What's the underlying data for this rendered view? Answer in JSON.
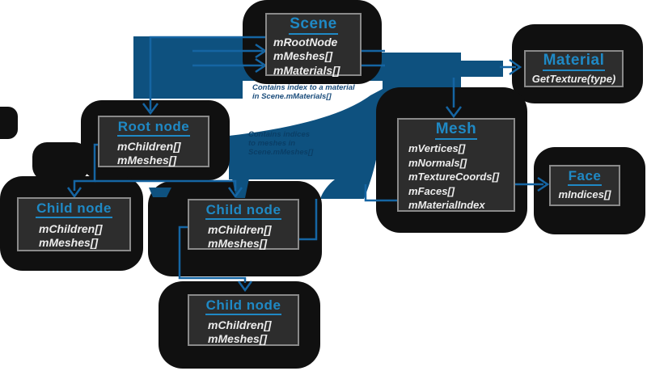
{
  "boxes": {
    "scene": {
      "title": "Scene",
      "fields": [
        "mRootNode",
        "mMeshes[]",
        "mMaterials[]"
      ]
    },
    "material": {
      "title": "Material",
      "fields": [
        "GetTexture(type)"
      ]
    },
    "root_node": {
      "title": "Root node",
      "fields": [
        "mChildren[]",
        "mMeshes[]"
      ]
    },
    "child_node_left": {
      "title": "Child node",
      "fields": [
        "mChildren[]",
        "mMeshes[]"
      ]
    },
    "child_node_middle": {
      "title": "Child node",
      "fields": [
        "mChildren[]",
        "mMeshes[]"
      ]
    },
    "child_node_bottom": {
      "title": "Child node",
      "fields": [
        "mChildren[]",
        "mMeshes[]"
      ]
    },
    "mesh": {
      "title": "Mesh",
      "fields": [
        "mVertices[]",
        "mNormals[]",
        "mTextureCoords[]",
        "mFaces[]",
        "mMaterialIndex"
      ]
    },
    "face": {
      "title": "Face",
      "fields": [
        "mIndices[]"
      ]
    }
  },
  "annotations": {
    "material_note": {
      "line1": "Contains index to a material",
      "line2": "in Scene.mMaterials[]"
    },
    "meshes_note": {
      "line1": "Contains indices",
      "line2": "to meshes in",
      "line3": "Scene.mMeshes[]"
    }
  },
  "colors": {
    "thick_arrow_blue": "#0e517f",
    "thin_arrow_blue": "#1565a3",
    "title_blue": "#1f89c5",
    "blob_black": "#101010",
    "box_background": "#2d2d2d",
    "box_border": "#8a8a8a",
    "field_text": "#ececec",
    "background": "#ffffff"
  }
}
